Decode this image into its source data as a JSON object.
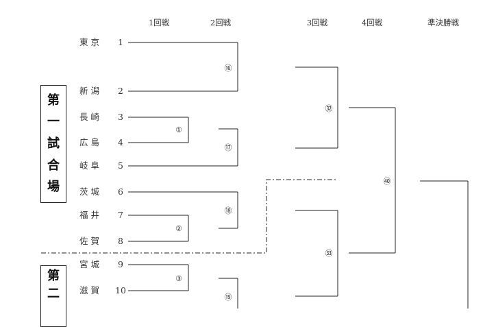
{
  "rounds": [
    "1回戦",
    "2回戦",
    "3回戦",
    "4回戦",
    "準決勝戦"
  ],
  "teams": [
    {
      "name": "東 京",
      "seed": "1"
    },
    {
      "name": "新 潟",
      "seed": "2"
    },
    {
      "name": "長 崎",
      "seed": "3"
    },
    {
      "name": "広 島",
      "seed": "4"
    },
    {
      "name": "岐 阜",
      "seed": "5"
    },
    {
      "name": "茨 城",
      "seed": "6"
    },
    {
      "name": "福 井",
      "seed": "7"
    },
    {
      "name": "佐 賀",
      "seed": "8"
    },
    {
      "name": "宮 城",
      "seed": "9"
    },
    {
      "name": "滋 賀",
      "seed": "10"
    }
  ],
  "matches": [
    "⑯",
    "①",
    "⑰",
    "⑱",
    "②",
    "③",
    "⑲",
    "㉜",
    "㉝",
    "㊵"
  ],
  "venues": {
    "first": [
      "第",
      "一",
      "試",
      "合",
      "場"
    ],
    "second": [
      "第",
      "二"
    ]
  }
}
